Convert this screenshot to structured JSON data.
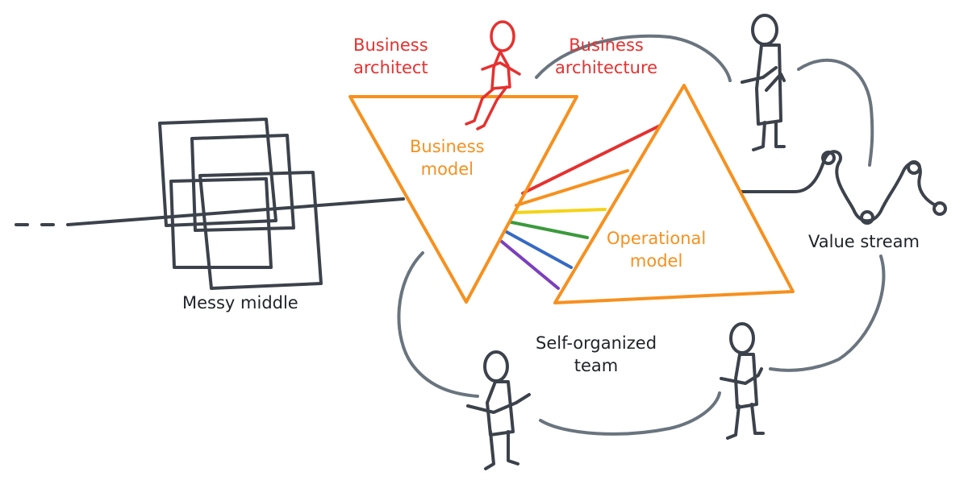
{
  "labels": {
    "business_architect": [
      "Business",
      "architect"
    ],
    "business_architecture": [
      "Business",
      "architecture"
    ],
    "business_model": [
      "Business",
      "model"
    ],
    "operational_model": [
      "Operational",
      "model"
    ],
    "value_stream": "Value stream",
    "messy_middle": "Messy middle",
    "self_organized_team": [
      "Self-organized",
      "team"
    ]
  },
  "colors": {
    "red": "#e5312f",
    "orange": "#f7901e",
    "ink": "#3c424b",
    "loop": "#6a747e",
    "rainbow": [
      "#e5312f",
      "#f7901e",
      "#f4d316",
      "#3b9a3c",
      "#3569c4",
      "#7b3fbe"
    ]
  }
}
